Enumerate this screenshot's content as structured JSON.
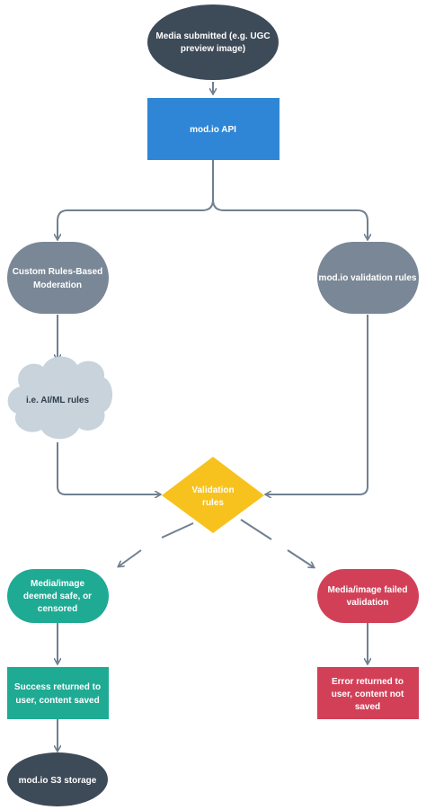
{
  "colors": {
    "dark": "#3d4a58",
    "gray": "#7a8796",
    "blue": "#2f86d6",
    "cloud": "#c8d3db",
    "yellow": "#f7c21d",
    "teal": "#1faa94",
    "red": "#d24058",
    "edge": "#708090"
  },
  "nodes": {
    "media_submitted": {
      "line1": "Media submitted (e.g. UGC",
      "line2": "preview image)"
    },
    "api": {
      "label": "mod.io API"
    },
    "custom_rules": {
      "line1": "Custom Rules-Based",
      "line2": "Moderation"
    },
    "validation_rules_modio": {
      "label": "mod.io validation rules"
    },
    "ai_ml": {
      "label": "i.e. AI/ML rules"
    },
    "validation": {
      "line1": "Validation",
      "line2": "rules"
    },
    "safe": {
      "line1": "Media/image",
      "line2": "deemed safe, or",
      "line3": "censored"
    },
    "failed": {
      "line1": "Media/image failed",
      "line2": "validation"
    },
    "success": {
      "line1": "Success returned to",
      "line2": "user, content saved"
    },
    "error": {
      "line1": "Error returned to",
      "line2": "user, content not",
      "line3": "saved"
    },
    "storage": {
      "label": "mod.io S3 storage"
    }
  }
}
